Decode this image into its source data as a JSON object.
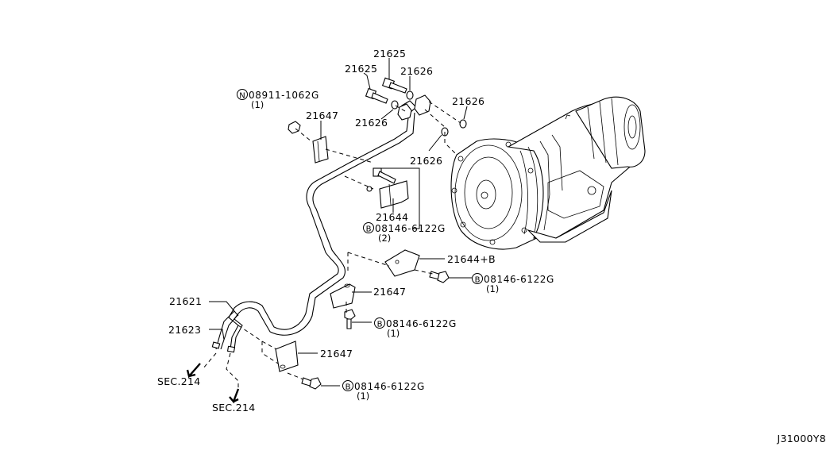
{
  "diagram": {
    "code": "J31000Y8",
    "parts": {
      "p21625_top": "21625",
      "p21625_left": "21625",
      "p21626_a": "21626",
      "p21626_b": "21626",
      "p21626_c": "21626",
      "p21626_d": "21626",
      "p21647_a": "21647",
      "p21647_b": "21647",
      "p21647_c": "21647",
      "p21644": "21644",
      "p21644b": "21644+B",
      "p21621": "21621",
      "p21623": "21623"
    },
    "fasteners": {
      "n_bolt": {
        "symbol": "N",
        "code": "08911-1062G",
        "qty": "(1)"
      },
      "b_bolt_1": {
        "symbol": "B",
        "code": "08146-6122G",
        "qty": "(2)"
      },
      "b_bolt_2": {
        "symbol": "B",
        "code": "08146-6122G",
        "qty": "(1)"
      },
      "b_bolt_3": {
        "symbol": "B",
        "code": "08146-6122G",
        "qty": "(1)"
      },
      "b_bolt_4": {
        "symbol": "B",
        "code": "08146-6122G",
        "qty": "(1)"
      }
    },
    "sections": {
      "sec_a": "SEC.214",
      "sec_b": "SEC.214"
    }
  }
}
